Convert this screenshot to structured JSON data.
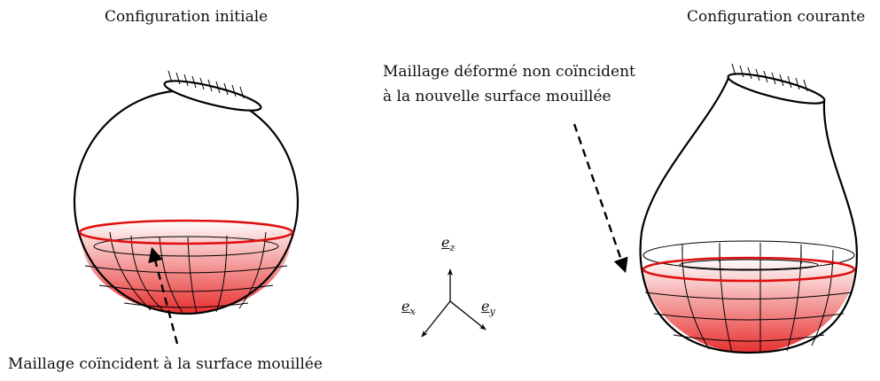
{
  "titles": {
    "initial": "Configuration initiale",
    "current": "Configuration courante"
  },
  "annotations": {
    "deformed_line1": "Maillage déformé non coïncident",
    "deformed_line2": "à la nouvelle surface mouillée",
    "coincident": "Maillage coïncident à la surface mouillée"
  },
  "axes": {
    "ez": {
      "base": "e",
      "sub": "z"
    },
    "ex": {
      "base": "e",
      "sub": "x"
    },
    "ey": {
      "base": "e",
      "sub": "y"
    }
  },
  "colors": {
    "wet_fill_top": "#ffffff",
    "wet_fill_bottom": "#e8302f",
    "waterline": "#e01010",
    "outline": "#000000"
  }
}
